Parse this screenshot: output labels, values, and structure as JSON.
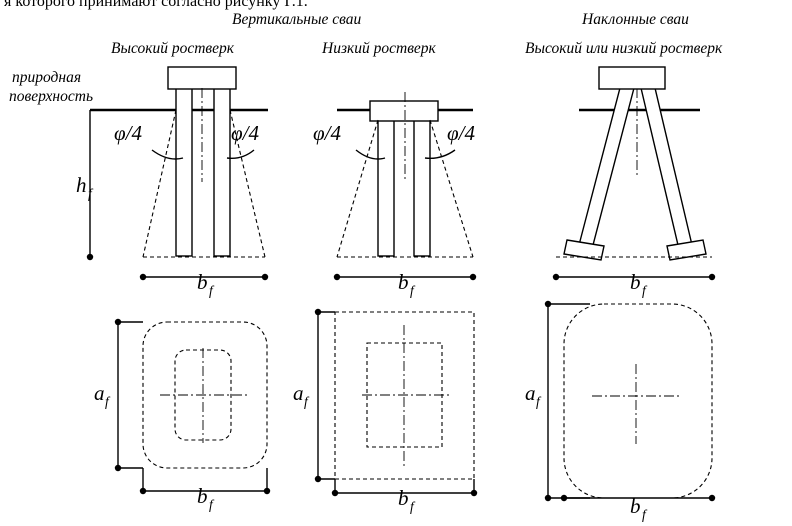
{
  "top_text": "я которого принимают согласно рисунку Г.1.",
  "headers": {
    "vertical_piles": "Вертикальные сваи",
    "inclined_piles": "Наклонные сваи",
    "high_grillage": "Высокий ростверк",
    "low_grillage": "Низкий ростверк",
    "high_or_low_grillage": "Высокий или низкий ростверк"
  },
  "ground_label_line1": "природная",
  "ground_label_line2": "поверхность",
  "angle_label": "φ/4",
  "depth_label": "h",
  "depth_label_sub": "f",
  "width_label": "b",
  "width_label_sub": "f",
  "length_label": "a",
  "length_label_sub": "f"
}
